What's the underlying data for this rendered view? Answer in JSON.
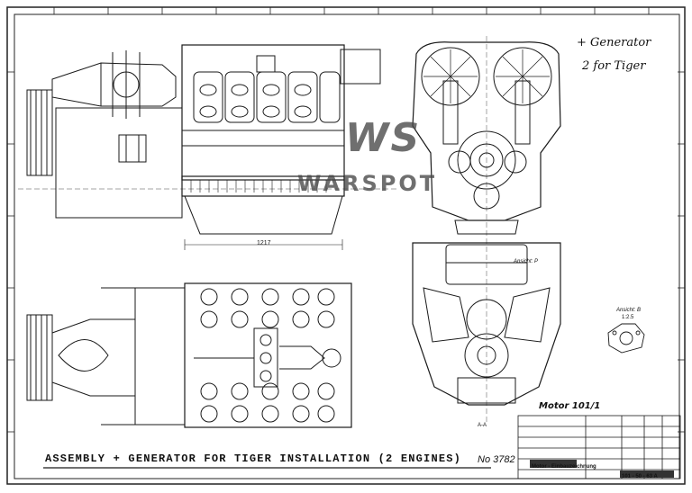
{
  "drawing": {
    "caption": "ASSEMBLY + GENERATOR FOR TIGER INSTALLATION (2 ENGINES)",
    "drawing_number": "No 3782",
    "handwritten_note_line1": "+ Generator",
    "handwritten_note_line2": "2 for Tiger",
    "watermark_logo": "WS",
    "watermark_text": "WARSPOT",
    "engine_label": "Motor 101/1",
    "view_label_p": "Ansicht: P",
    "view_label_b": "Ansicht: B",
    "view_scale_b": "1:2.5",
    "dimension_length": "1217",
    "dimension_section": "A-A",
    "title_block_name": "Motor - Einbauzeichnung",
    "title_block_number": "101 - 50 - 63 A"
  },
  "colors": {
    "ink": "#1a1a1a",
    "paper": "#ffffff",
    "watermark": "#555555"
  }
}
